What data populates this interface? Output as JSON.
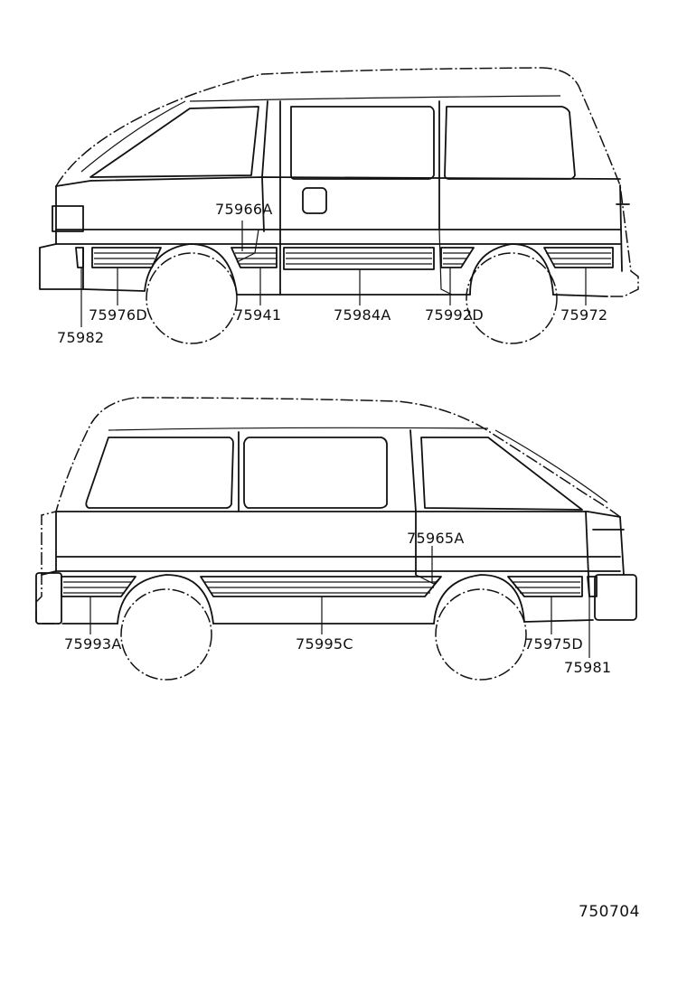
{
  "parts_top": {
    "p1": "75966A",
    "p2": "75976D",
    "p3": "75941",
    "p4": "75984A",
    "p5": "75992D",
    "p6": "75972",
    "p7": "75982"
  },
  "parts_bottom": {
    "p1": "75965A",
    "p2": "75993A",
    "p3": "75995C",
    "p4": "75975D",
    "p5": "75981"
  },
  "diagram_code": "750704"
}
